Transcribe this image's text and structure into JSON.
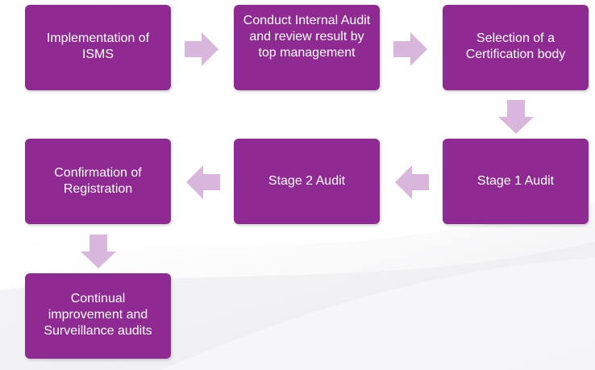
{
  "colors": {
    "box_fill": "#8e2a91",
    "box_text": "#ffffff",
    "arrow_fill": "#d9b6dc"
  },
  "steps": [
    {
      "label": "Implementation of ISMS"
    },
    {
      "label": "Conduct Internal Audit and review result by top management"
    },
    {
      "label": "Selection of a Certification body"
    },
    {
      "label": "Stage 1 Audit"
    },
    {
      "label": "Stage 2 Audit"
    },
    {
      "label": "Confirmation of Registration"
    },
    {
      "label": "Continual improvement and Surveillance audits"
    }
  ]
}
